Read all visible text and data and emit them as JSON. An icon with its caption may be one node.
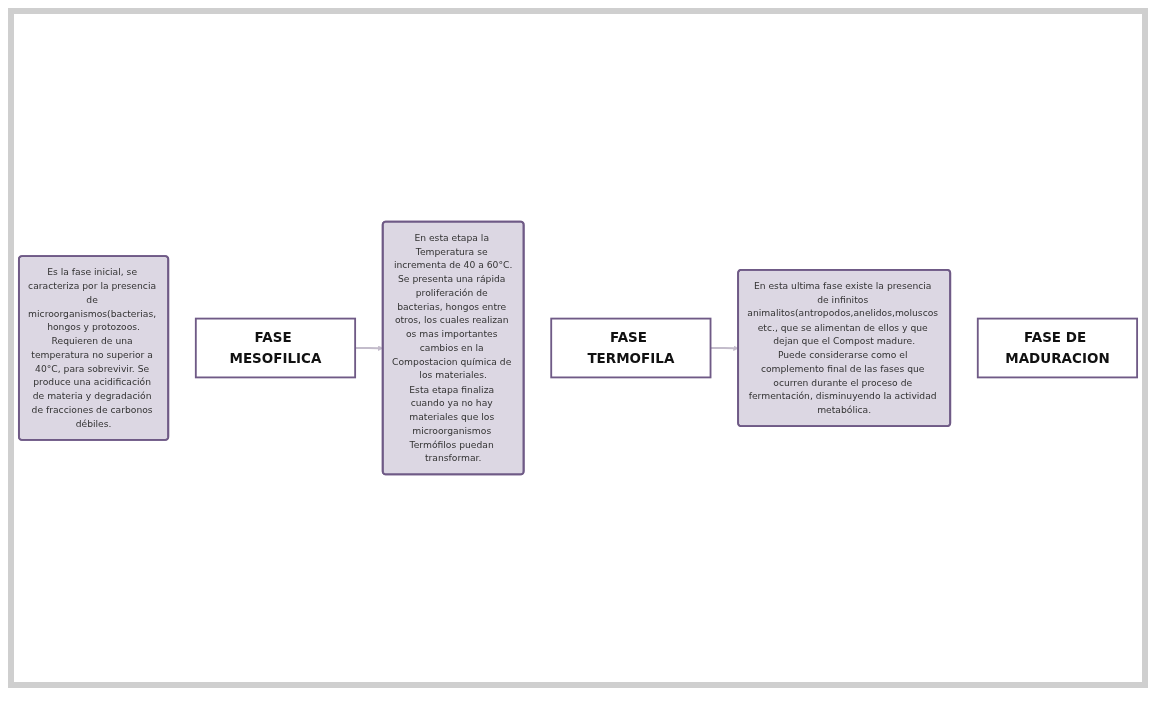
{
  "diagram": {
    "nodes": [
      {
        "text": [
          "Es la fase inicial, se caracteriza por la presencia de microorganismos(bacterias, hongos y protozoos.",
          "Requieren de una temperatura no superior a 40°C, para sobrevivir. Se produce una acidificación de materia y degradación de fracciones de carbonos débiles."
        ]
      },
      {
        "text": [
          "FASE MESOFILICA"
        ]
      },
      {
        "text": [
          "En esta etapa la Temperatura se incrementa de 40 a 60°C.",
          "Se presenta una rápida proliferación de bacterias, hongos entre otros, los cuales realizan os mas importantes cambios en la Compostacion química de los materiales.",
          "Esta etapa finaliza cuando ya no hay materiales que los microorganismos Termófilos puedan transformar."
        ]
      },
      {
        "text": [
          "FASE TERMOFILA"
        ]
      },
      {
        "text": [
          "En esta ultima fase existe la presencia de infinitos animalitos(antropodos,anelidos,moluscos etc., que se alimentan de ellos y que dejan que el Compost madure.",
          "Puede considerarse como el complemento final de las fases que ocurren durante el proceso de fermentación, disminuyendo la actividad metabólica."
        ]
      },
      {
        "text": [
          "FASE DE MADURACION"
        ]
      }
    ],
    "edges": [
      {
        "from": 1,
        "to": 2,
        "arrow": "to"
      },
      {
        "from": 3,
        "to": 4,
        "arrow": "to"
      }
    ]
  }
}
